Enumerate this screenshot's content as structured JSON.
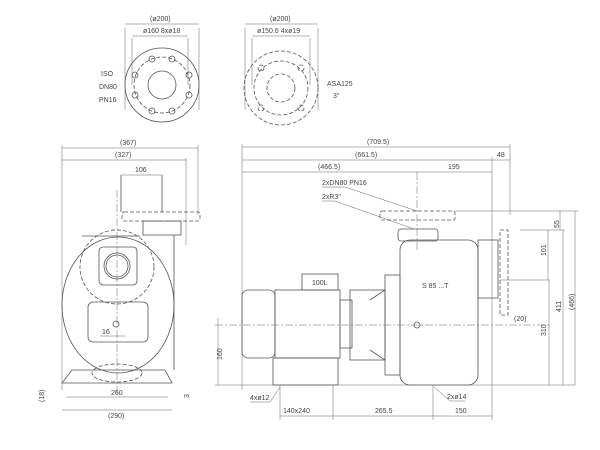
{
  "flange_iso": {
    "outer": "(ø200)",
    "pcd": "ø160  8xø18",
    "std": [
      "ISO",
      "DN80",
      "PN16"
    ]
  },
  "flange_asa": {
    "outer": "(ø200)",
    "pcd": "ø150.6  4xø19",
    "std": [
      "ASA125",
      "3\""
    ]
  },
  "front_view": {
    "w_outer": "(367)",
    "w_mid": "(327)",
    "outlet": "106",
    "offset": "16",
    "base": "260",
    "base_outer": "(290)",
    "foot_h": "(18)",
    "foot_gap": "3"
  },
  "side_view": {
    "total": "(709.5)",
    "len2": "(661.5)",
    "ext": "48",
    "len3": "(466.5)",
    "outlet_pos": "195",
    "note1": "2xDN80  PN16",
    "note2": "2xR3\"",
    "motor": "100L",
    "model": "S 85 ...T",
    "h55": "55",
    "h101": "101",
    "h411": "411",
    "h466": "(466)",
    "h310": "310",
    "d20": "(20)",
    "h160": "160",
    "holes_motor": "4xø12",
    "motor_base": "140x240",
    "span": "265.5",
    "pump_base": "150",
    "holes_pump": "2xø14"
  }
}
